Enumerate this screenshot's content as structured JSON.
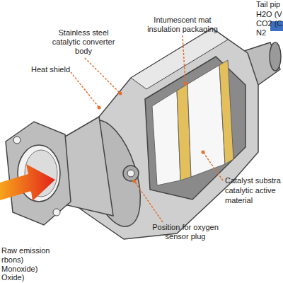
{
  "diagram": {
    "labels": [
      "Tail pip",
      "H2O (V",
      "CO2 (C",
      "N2",
      "Intumescent mat insulation packaging",
      "Stainless steel catalytic converter body",
      "Heat shield",
      "Catalyst substra",
      "catalytic active",
      "material",
      "Position for oxygen sensor plug",
      "Raw emission",
      "rbons)",
      "Monoxide)",
      "Oxide)"
    ]
  }
}
